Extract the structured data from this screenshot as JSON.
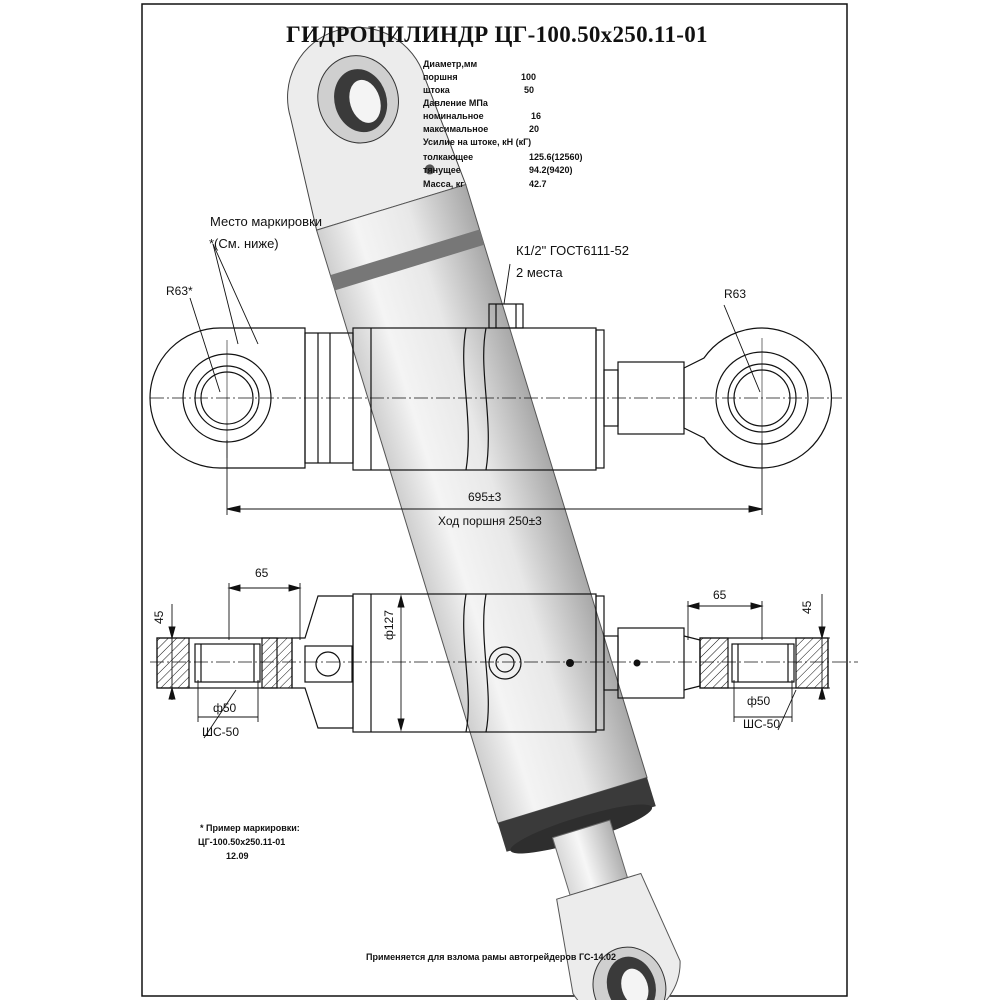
{
  "title": "ГИДРОЦИЛИНДР ЦГ-100.50х250.11-01",
  "specs": {
    "diameter_header": "Диаметр,мм",
    "piston_label": "поршня",
    "piston_value": "100",
    "rod_label": "штока",
    "rod_value": "50",
    "pressure_header": "Давление МПа",
    "nominal_label": "номинальное",
    "nominal_value": "16",
    "max_label": "максимальное",
    "max_value": "20",
    "force_header": "Усилие на штоке, кН (кГ)",
    "push_label": "толкающее",
    "push_value": "125.6(12560)",
    "pull_label": "тянущее",
    "pull_value": "94.2(9420)",
    "mass_label": "Масса, кг",
    "mass_value": "42.7"
  },
  "labels": {
    "marking_place": "Место маркировки",
    "marking_see_below": "*(См. ниже)",
    "port_thread": "К1/2\" ГОСТ6111-52",
    "port_count": "2 места",
    "radius_left": "R63*",
    "radius_right": "R63",
    "length_dim": "695±3",
    "stroke_dim": "Ход поршня 250±3",
    "dim_65_left": "65",
    "dim_65_right": "65",
    "dim_45_left": "45",
    "dim_45_right": "45",
    "dia_127": "ф127",
    "dia_50_left": "ф50",
    "dia_50_right": "ф50",
    "bearing_left": "ШС-50",
    "bearing_right": "ШС-50",
    "marking_example_title": "* Пример маркировки:",
    "marking_example_code": "ЦГ-100.50х250.11-01",
    "marking_example_date": "12.09",
    "application_note": "Применяется для взлома рамы автогрейдеров ГС-14.02"
  },
  "colors": {
    "line": "#111111",
    "cylinder_light": "#eeeeee",
    "cylinder_shadow": "#9a9a9a",
    "band": "#777777",
    "bore_dark": "#3a3a3a"
  }
}
